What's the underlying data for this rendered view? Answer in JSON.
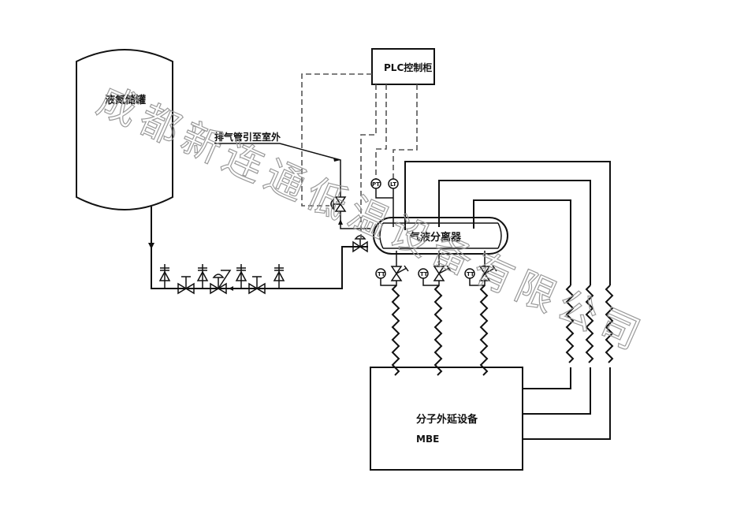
{
  "diagram": {
    "tank_label": "液氮储罐",
    "plc_label": "PLC控制柜",
    "vent_label": "排气管引至室外",
    "separator_label": "气液分离器",
    "mbe_label": "分子外延设备",
    "mbe_sublabel": "MBE",
    "instruments": {
      "pt": "PT",
      "lt": "LT",
      "tt": "TT"
    },
    "watermark": "成都新连通低温设备有限公司",
    "colors": {
      "line": "#111111",
      "dashed_signal": "#555555",
      "watermark": "#9a9a9a"
    }
  }
}
